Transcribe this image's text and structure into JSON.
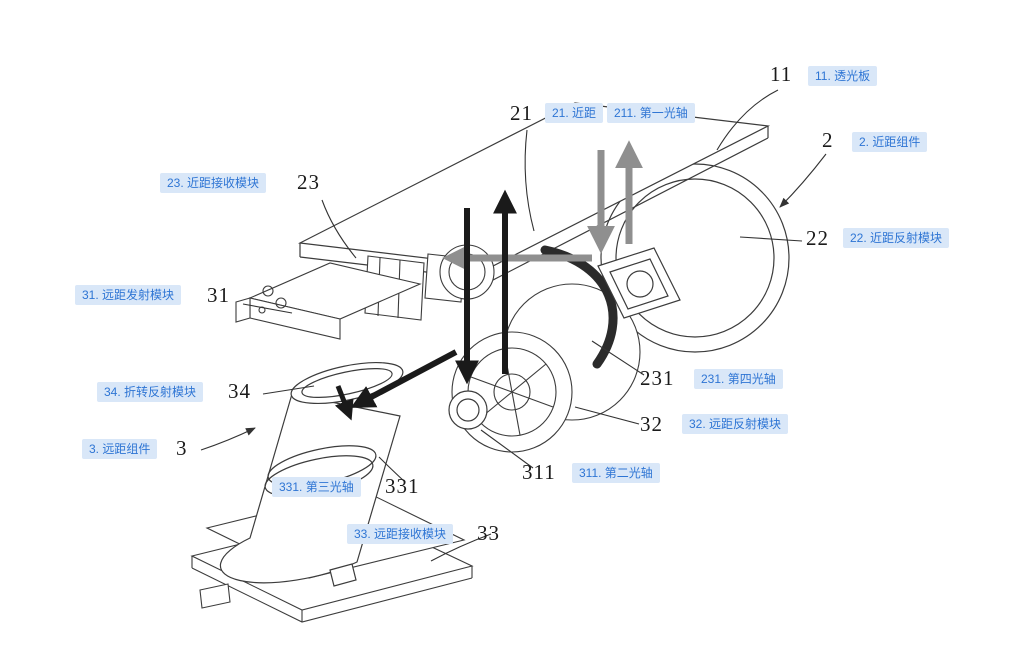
{
  "figure": {
    "type": "patent-technical-diagram",
    "background": "#ffffff",
    "badge_bg": "#d9e7f8",
    "badge_color": "#2e75d4",
    "callouts": [
      {
        "id": "11",
        "num": "11",
        "badge": "11. 透光板"
      },
      {
        "id": "2",
        "num": "2",
        "badge": "2. 近距组件"
      },
      {
        "id": "21",
        "num": "21",
        "badge": "21. 近距"
      },
      {
        "id": "211",
        "num": "",
        "badge": "211. 第一光轴"
      },
      {
        "id": "22",
        "num": "22",
        "badge": "22. 近距反射模块"
      },
      {
        "id": "23",
        "num": "23",
        "badge": "23. 近距接收模块"
      },
      {
        "id": "31",
        "num": "31",
        "badge": "31. 远距发射模块"
      },
      {
        "id": "231",
        "num": "231",
        "badge": "231. 第四光轴"
      },
      {
        "id": "32",
        "num": "32",
        "badge": "32. 远距反射模块"
      },
      {
        "id": "34",
        "num": "34",
        "badge": "34. 折转反射模块"
      },
      {
        "id": "3",
        "num": "3",
        "badge": "3. 远距组件"
      },
      {
        "id": "331",
        "num": "331",
        "badge": "331. 第三光轴"
      },
      {
        "id": "311",
        "num": "311",
        "badge": "311. 第二光轴"
      },
      {
        "id": "33",
        "num": "33",
        "badge": "33. 远距接收模块"
      }
    ]
  }
}
